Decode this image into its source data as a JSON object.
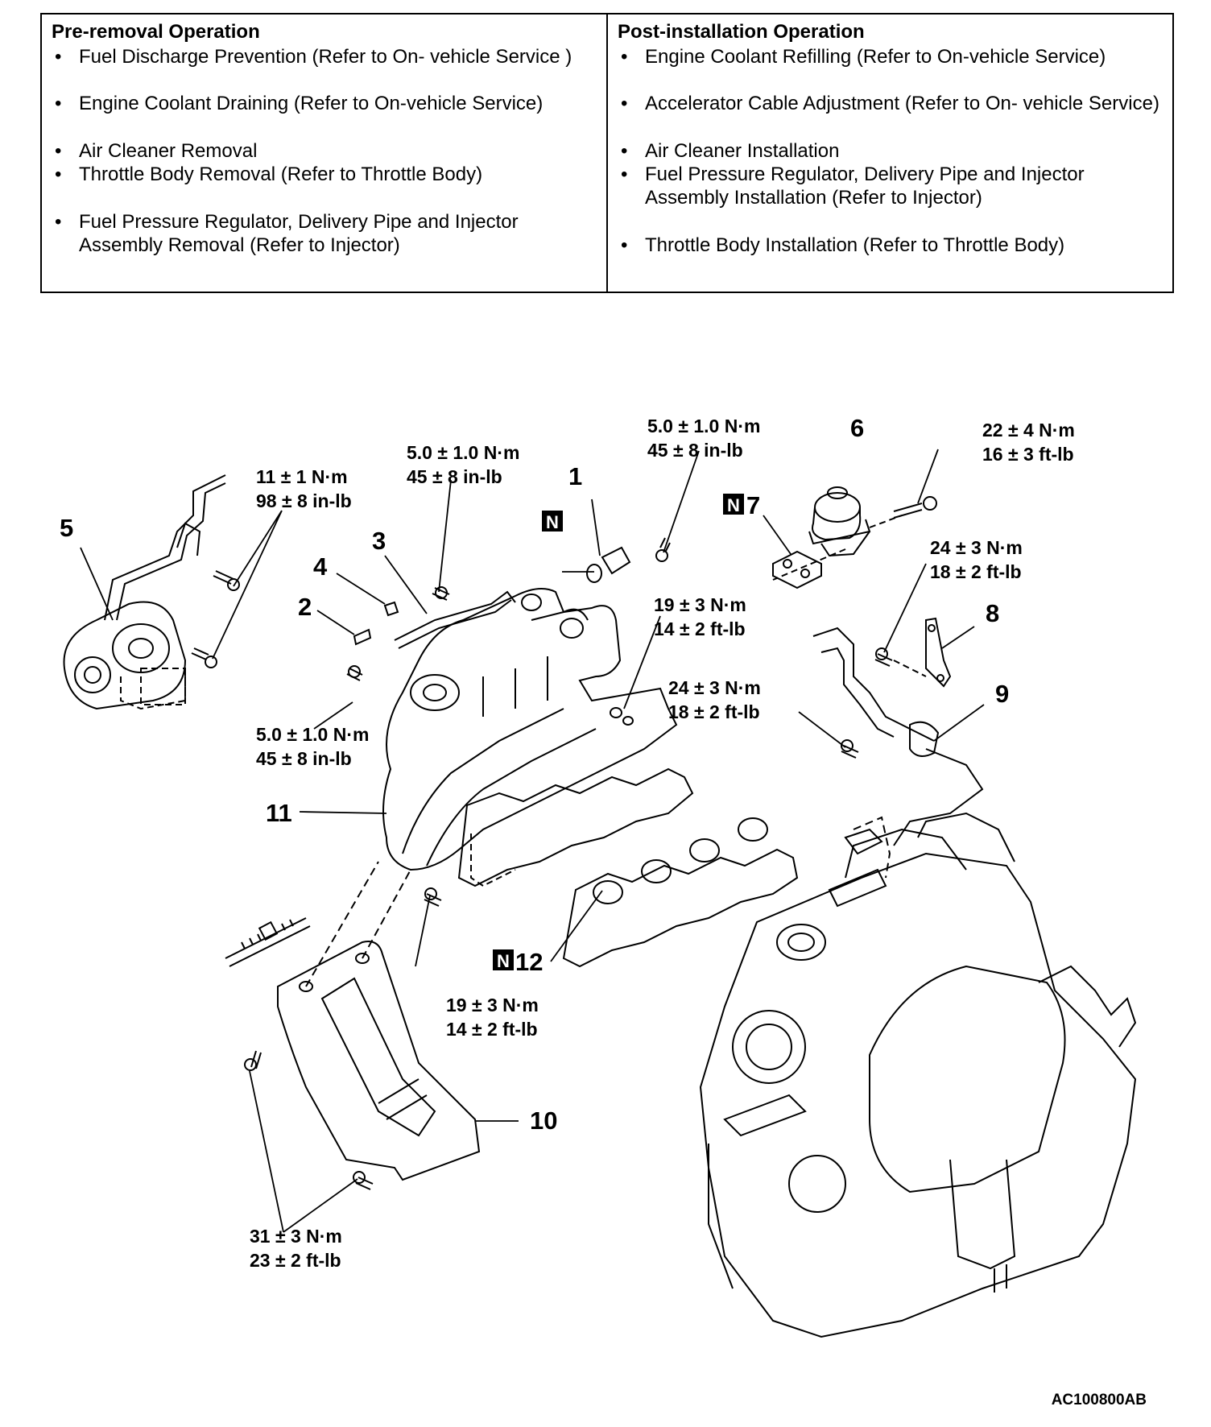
{
  "pre_removal": {
    "heading": "Pre-removal Operation",
    "items": [
      "Fuel Discharge Prevention (Refer to On- vehicle Service )",
      "Engine Coolant Draining (Refer to On-vehicle Service)",
      "Air Cleaner Removal",
      "Throttle Body Removal (Refer to Throttle Body)",
      "Fuel Pressure Regulator, Delivery Pipe and Injector\nAssembly Removal (Refer to Injector)"
    ]
  },
  "post_installation": {
    "heading": "Post-installation Operation",
    "items": [
      "Engine Coolant Refilling (Refer to On-vehicle Service)",
      "Accelerator Cable Adjustment (Refer to On- vehicle Service)",
      "Air Cleaner Installation",
      "Fuel Pressure Regulator, Delivery Pipe and Injector\nAssembly Installation (Refer to Injector)",
      "Throttle Body Installation (Refer to Throttle Body)"
    ]
  },
  "torque_specs": {
    "t1": {
      "nm": "11 ± 1 N·m",
      "imp": "98 ± 8 in-lb"
    },
    "t2": {
      "nm": "5.0 ± 1.0 N·m",
      "imp": "45 ± 8 in-lb"
    },
    "t3": {
      "nm": "5.0 ± 1.0 N·m",
      "imp": "45 ± 8 in-lb"
    },
    "t4": {
      "nm": "22 ± 4 N·m",
      "imp": "16 ± 3 ft-lb"
    },
    "t5": {
      "nm": "24 ± 3 N·m",
      "imp": "18 ± 2 ft-lb"
    },
    "t6": {
      "nm": "19 ± 3 N·m",
      "imp": "14 ± 2 ft-lb"
    },
    "t7": {
      "nm": "5.0 ± 1.0 N·m",
      "imp": "45 ± 8 in-lb"
    },
    "t8": {
      "nm": "24 ± 3 N·m",
      "imp": "18 ± 2 ft-lb"
    },
    "t9": {
      "nm": "19 ± 3 N·m",
      "imp": "14 ± 2 ft-lb"
    },
    "t10": {
      "nm": "31 ± 3 N·m",
      "imp": "23 ± 2 ft-lb"
    }
  },
  "callouts": {
    "c1": "1",
    "c2": "2",
    "c3": "3",
    "c4": "4",
    "c5": "5",
    "c6": "6",
    "c7": "7",
    "c8": "8",
    "c9": "9",
    "c10": "10",
    "c11": "11",
    "c12": "12"
  },
  "new_part_marker": "N",
  "figure_code": "AC100800AB"
}
